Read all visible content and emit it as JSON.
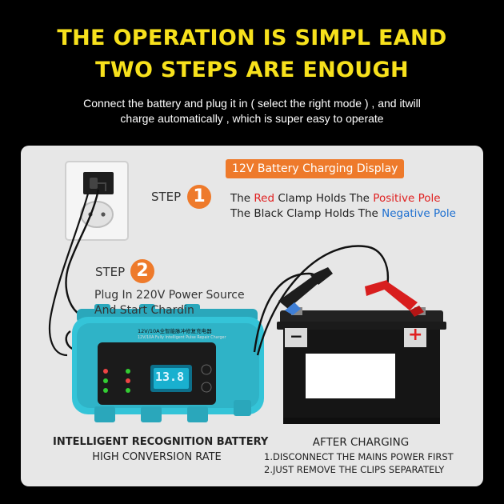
{
  "header": {
    "line1": "THE OPERATION IS SIMPL EAND",
    "line2": "TWO STEPS ARE ENOUGH",
    "sub1": "Connect the battery and plug it in ( select the right mode ) , and itwill",
    "sub2": "charge automatically , which is super easy to operate"
  },
  "badge": "12V Battery Charging Display",
  "step1": {
    "label": "STEP",
    "number": "1",
    "line1": {
      "a": "The ",
      "b": "Red",
      "c": " Clamp Holds The ",
      "d": "Positive Pole"
    },
    "line2": {
      "a": "The Black Clamp Holds The ",
      "b": "Negative Pole"
    }
  },
  "step2": {
    "label": "STEP",
    "number": "2",
    "line1": "Plug In 220V Power Source",
    "line2": "And Start Chardin"
  },
  "charger": {
    "label_top": "12V/10A全智能脉冲修复充电器",
    "label_sub": "12V/10A Fully Intelligent Pulse Repair Charger",
    "display": "13.8"
  },
  "battery": {
    "minus": "−",
    "plus": "+"
  },
  "bottom": {
    "left1": "INTELLIGENT RECOGNITION BATTERY",
    "left2": "HIGH CONVERSION RATE",
    "right_title": "AFTER CHARGING",
    "right1": "1.DISCONNECT THE MAINS POWER FIRST",
    "right2": "2.JUST REMOVE THE CLIPS SEPARATELY"
  },
  "colors": {
    "headline": "#f7e11c",
    "accent": "#ee7a2b",
    "positive": "#e02020",
    "negative": "#1d6fd0",
    "charger": "#33c1d6"
  }
}
